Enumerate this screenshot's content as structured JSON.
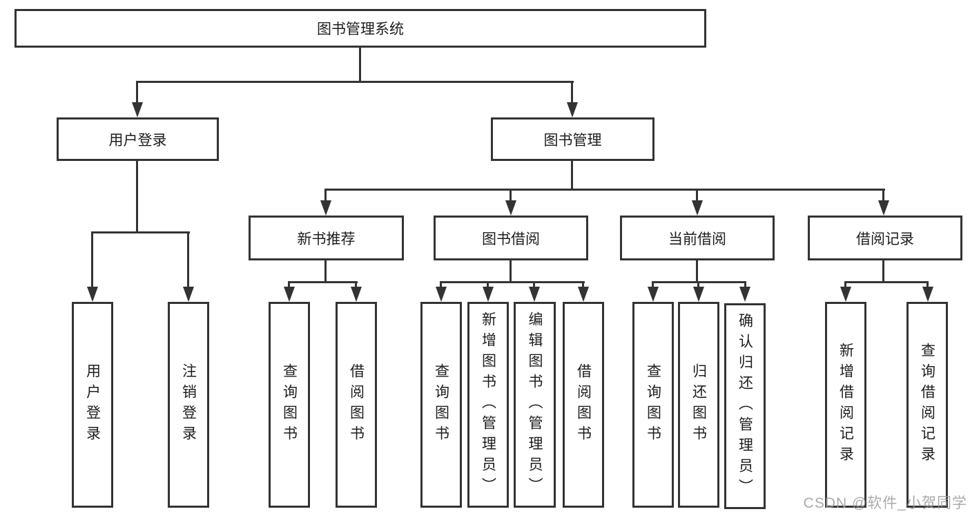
{
  "colors": {
    "line": "#333333",
    "text": "#1d1d1f",
    "background": "#ffffff",
    "watermark": "#9c9c9c"
  },
  "tree": {
    "root": {
      "label": "图书管理系统"
    },
    "login": {
      "label": "用户登录",
      "children": [
        {
          "label": "用户登录"
        },
        {
          "label": "注销登录"
        }
      ]
    },
    "manage": {
      "label": "图书管理",
      "children": [
        {
          "label": "新书推荐",
          "children": [
            {
              "label": "查询图书"
            },
            {
              "label": "借阅图书"
            }
          ]
        },
        {
          "label": "图书借阅",
          "children": [
            {
              "label": "查询图书"
            },
            {
              "label": "新增图书（管理员）"
            },
            {
              "label": "编辑图书（管理员）"
            },
            {
              "label": "借阅图书"
            }
          ]
        },
        {
          "label": "当前借阅",
          "children": [
            {
              "label": "查询图书"
            },
            {
              "label": "归还图书"
            },
            {
              "label": "确认归还（管理员）"
            }
          ]
        },
        {
          "label": "借阅记录",
          "children": [
            {
              "label": "新增借阅记录"
            },
            {
              "label": "查询借阅记录"
            }
          ]
        }
      ]
    }
  },
  "watermark": {
    "text": "CSDN @软件_小贺同学"
  }
}
